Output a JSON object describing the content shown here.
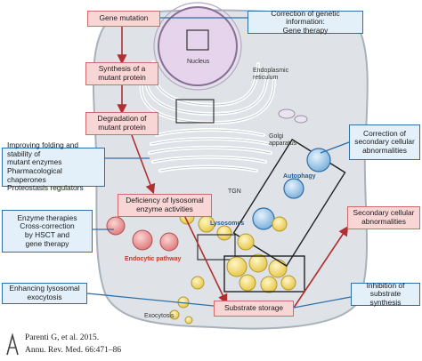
{
  "left_boxes": {
    "gene_mutation": "Gene mutation",
    "synthesis": "Synthesis of a\nmutant protein",
    "degradation": "Degradation of\nmutant protein",
    "improving": "Improving folding and stability of\nmutant enzymes\nPharmacological chaperones\nProteostasis regulators",
    "enzyme_therapies": "Enzyme therapies\nCross-correction\nby HSCT and\ngene therapy",
    "deficiency": "Deficiency of lysosomal\nenzyme activities",
    "enhancing": "Enhancing lysosomal\nexocytosis",
    "substrate_storage": "Substrate storage"
  },
  "right_boxes": {
    "correction_genetic": "Correction of genetic information:\nGene therapy",
    "correction_secondary": "Correction of\nsecondary cellular\nabnormalities",
    "secondary_abnormalities": "Secondary cellular\nabnormalities",
    "inhibition": "Inhibition of\nsubstrate synthesis"
  },
  "labels": {
    "nucleus": "Nucleus",
    "er": "Endoplasmic\nreticulum",
    "golgi": "Golgi\napparatus",
    "tgn": "TGN",
    "autophagy": "Autophagy",
    "lysosomes": "Lysosomes",
    "endocytic": "Endocytic pathway",
    "exocytosis": "Exocytosis"
  },
  "citation": {
    "line1": "Parenti G, et al. 2015.",
    "line2": "Annu. Rev. Med. 66:471–86"
  },
  "colors": {
    "pink_fill": "#f9d6d6",
    "pink_border": "#d16a6a",
    "blue_fill": "#e3f0fa",
    "blue_border": "#2f6fa8",
    "arrow_red": "#b03030",
    "cell_fill": "#dfe3e8",
    "nucleus_fill": "#e6d3ec"
  }
}
